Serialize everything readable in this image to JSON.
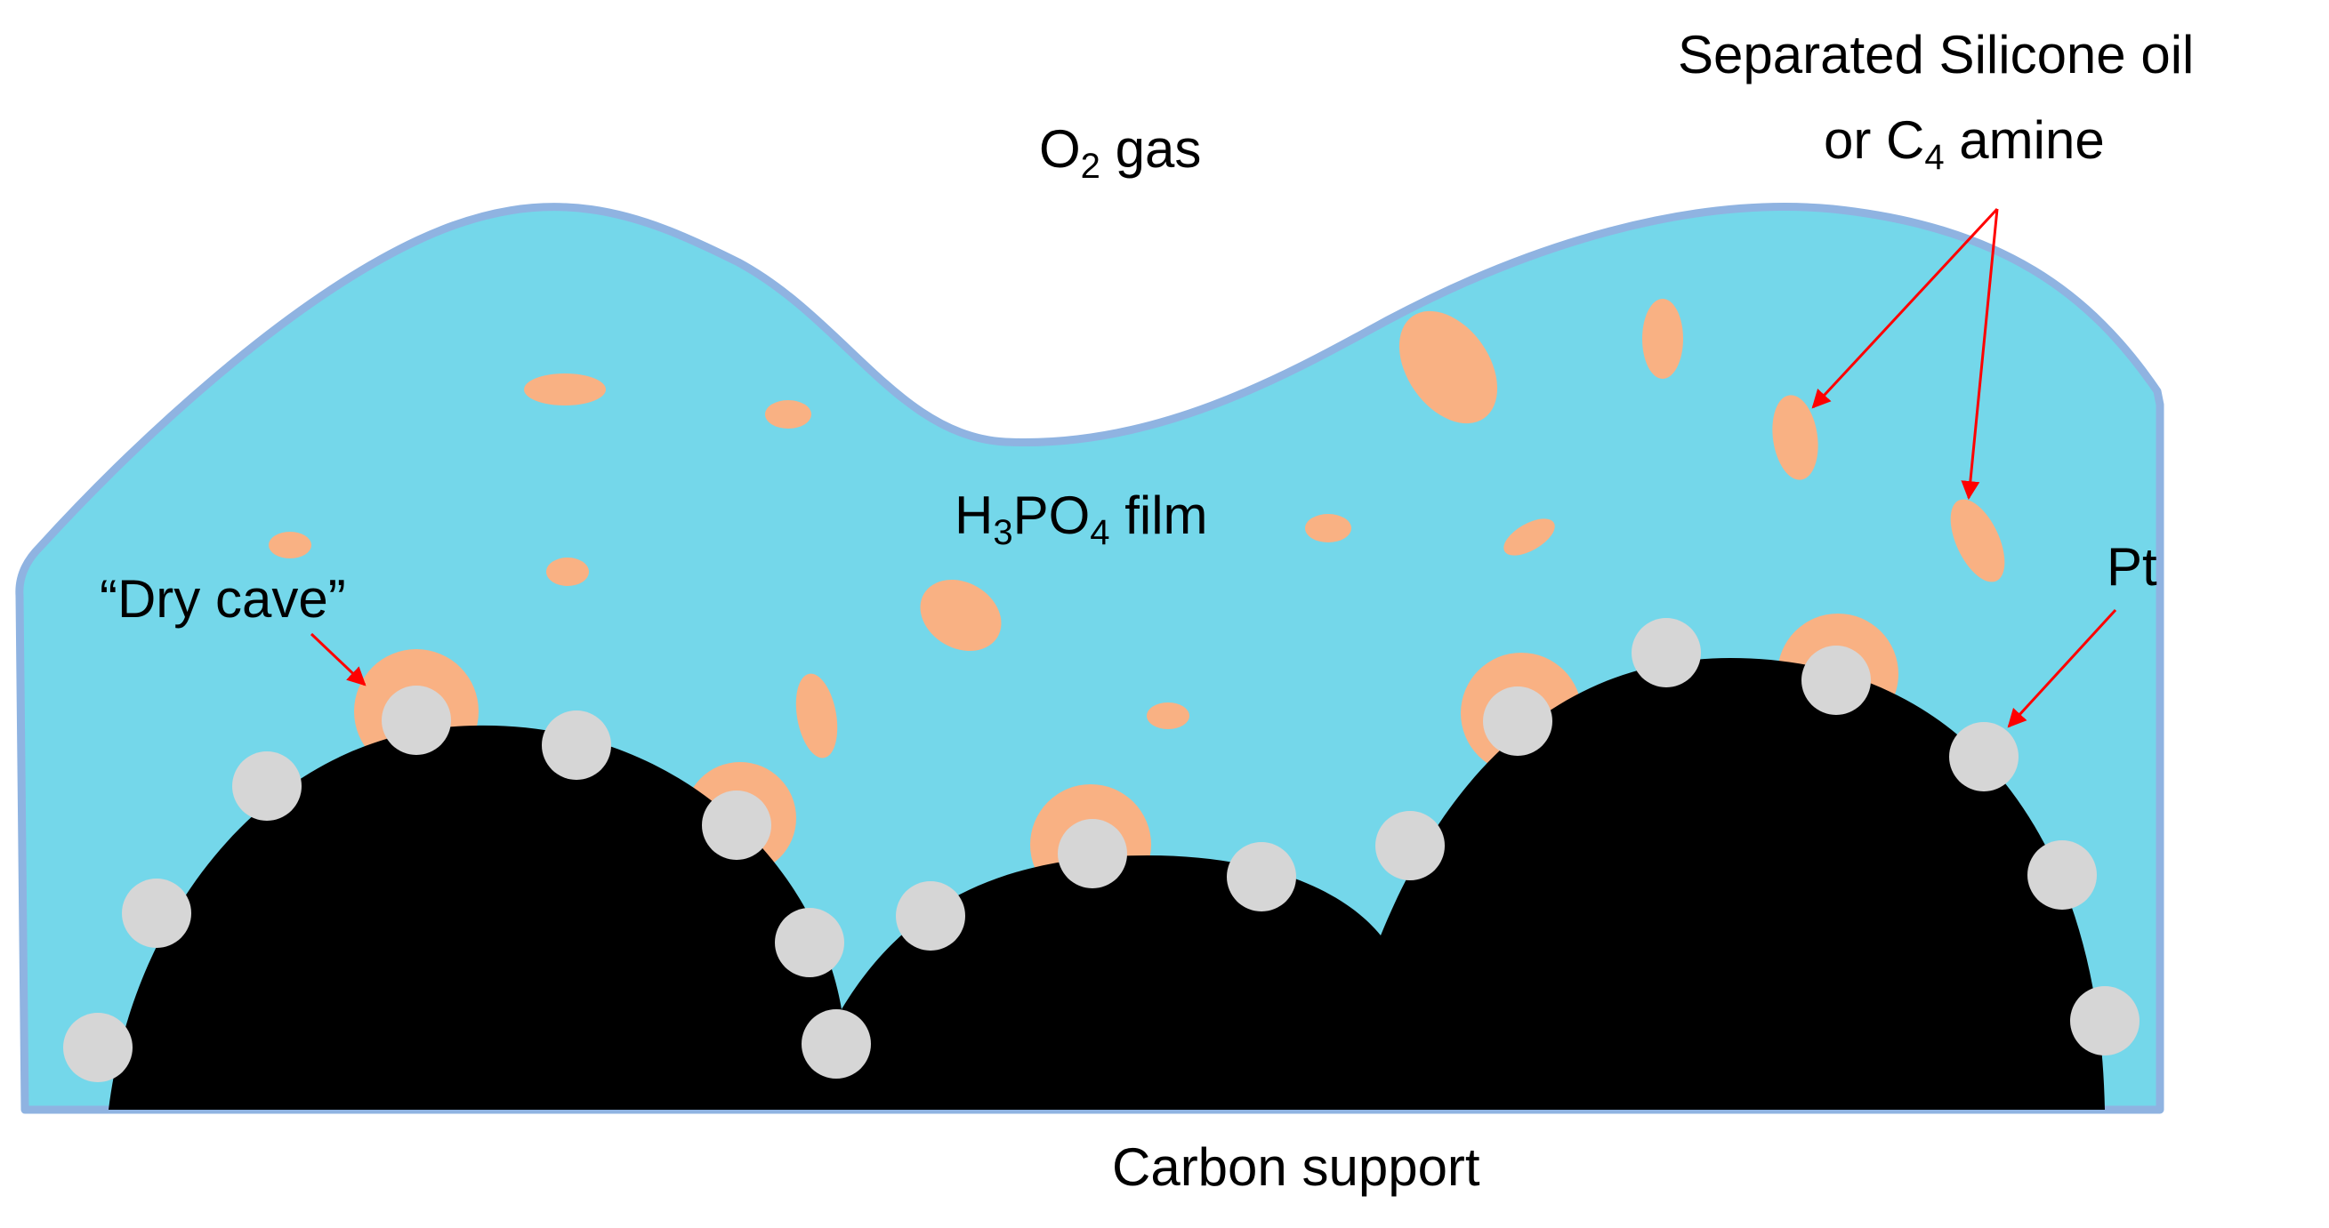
{
  "labels": {
    "o2_main": "O",
    "o2_sub": "2",
    "o2_rest": " gas",
    "h3po4_h": "H",
    "h3po4_sub3": "3",
    "h3po4_po": "PO",
    "h3po4_sub4": "4",
    "h3po4_rest": " film",
    "separated_line1": "Separated Silicone oil",
    "separated_line2_pre": "or C",
    "separated_line2_sub": "4",
    "separated_line2_post": " amine",
    "dry_cave": "“Dry cave”",
    "pt": "Pt",
    "carbon_support": "Carbon support"
  },
  "colors": {
    "film_fill": "#74d7ea",
    "film_outline": "#8fb3e1",
    "droplet": "#f9b183",
    "carbon": "#000000",
    "pt_particle": "#d6d6d6",
    "arrow": "#ff0000"
  }
}
